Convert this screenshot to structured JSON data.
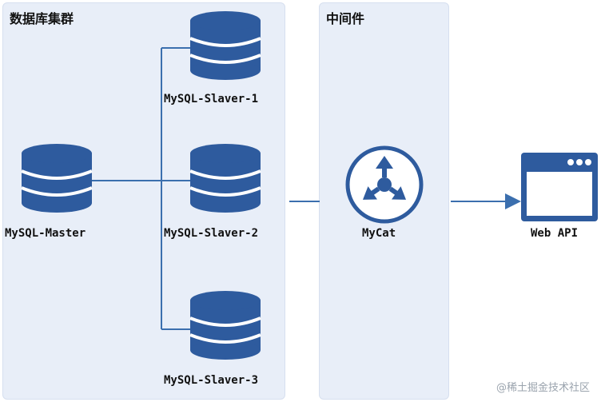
{
  "panels": {
    "database_cluster": "数据库集群",
    "middleware": "中间件"
  },
  "nodes": {
    "master": "MySQL-Master",
    "slave1": "MySQL-Slaver-1",
    "slave2": "MySQL-Slaver-2",
    "slave3": "MySQL-Slaver-3",
    "mycat": "MyCat",
    "webapi": "Web API"
  },
  "icons": {
    "database": "database-icon",
    "router": "router-icon",
    "browser_window": "browser-window-icon"
  },
  "colors": {
    "icon_blue": "#2e5b9e",
    "line_blue": "#3b6fae",
    "panel_bg": "#e8eef8"
  },
  "watermark": "@稀土掘金技术社区"
}
